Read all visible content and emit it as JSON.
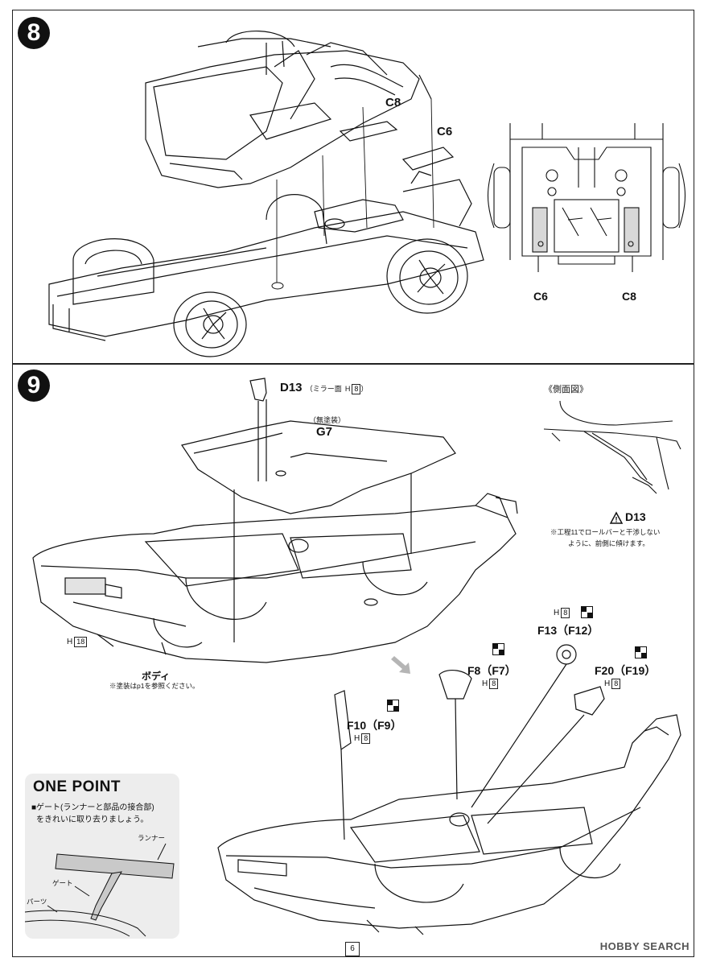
{
  "steps": [
    {
      "number": "8"
    },
    {
      "number": "9"
    }
  ],
  "step8": {
    "part_c8": "C8",
    "part_c6": "C6",
    "detail_c6": "C6",
    "detail_c8": "C8"
  },
  "step9": {
    "part_d13": "D13",
    "d13_note": "（ミラー面",
    "d13_color": "H",
    "d13_color_num": "8",
    "d13_note_close": "）",
    "g7_note": "（無塗装）",
    "part_g7": "G7",
    "side_view_title": "《側面図》",
    "side_d13": "D13",
    "side_note_line1": "※工程11でロールバーと干渉しない",
    "side_note_line2": "ように、前側に傾けます。",
    "body_color": "H",
    "body_color_num": "18",
    "body_label": "ボディ",
    "body_note": "※塗装はp1を参照ください。",
    "f13_color": "H",
    "f13_color_num": "8",
    "part_f13": "F13（F12）",
    "part_f8": "F8（F7）",
    "f8_color": "H",
    "f8_color_num": "8",
    "part_f20": "F20（F19）",
    "f20_color": "H",
    "f20_color_num": "8",
    "part_f10": "F10（F9）",
    "f10_color": "H",
    "f10_color_num": "8"
  },
  "one_point": {
    "title": "ONE POINT",
    "text_line1": "■ゲート(ランナーと部品の接合部)",
    "text_line2": "をきれいに取り去りましょう。",
    "label_runner": "ランナー",
    "label_gate": "ゲート",
    "label_parts": "パーツ"
  },
  "page_number": "6",
  "watermark": "HOBBY SEARCH"
}
